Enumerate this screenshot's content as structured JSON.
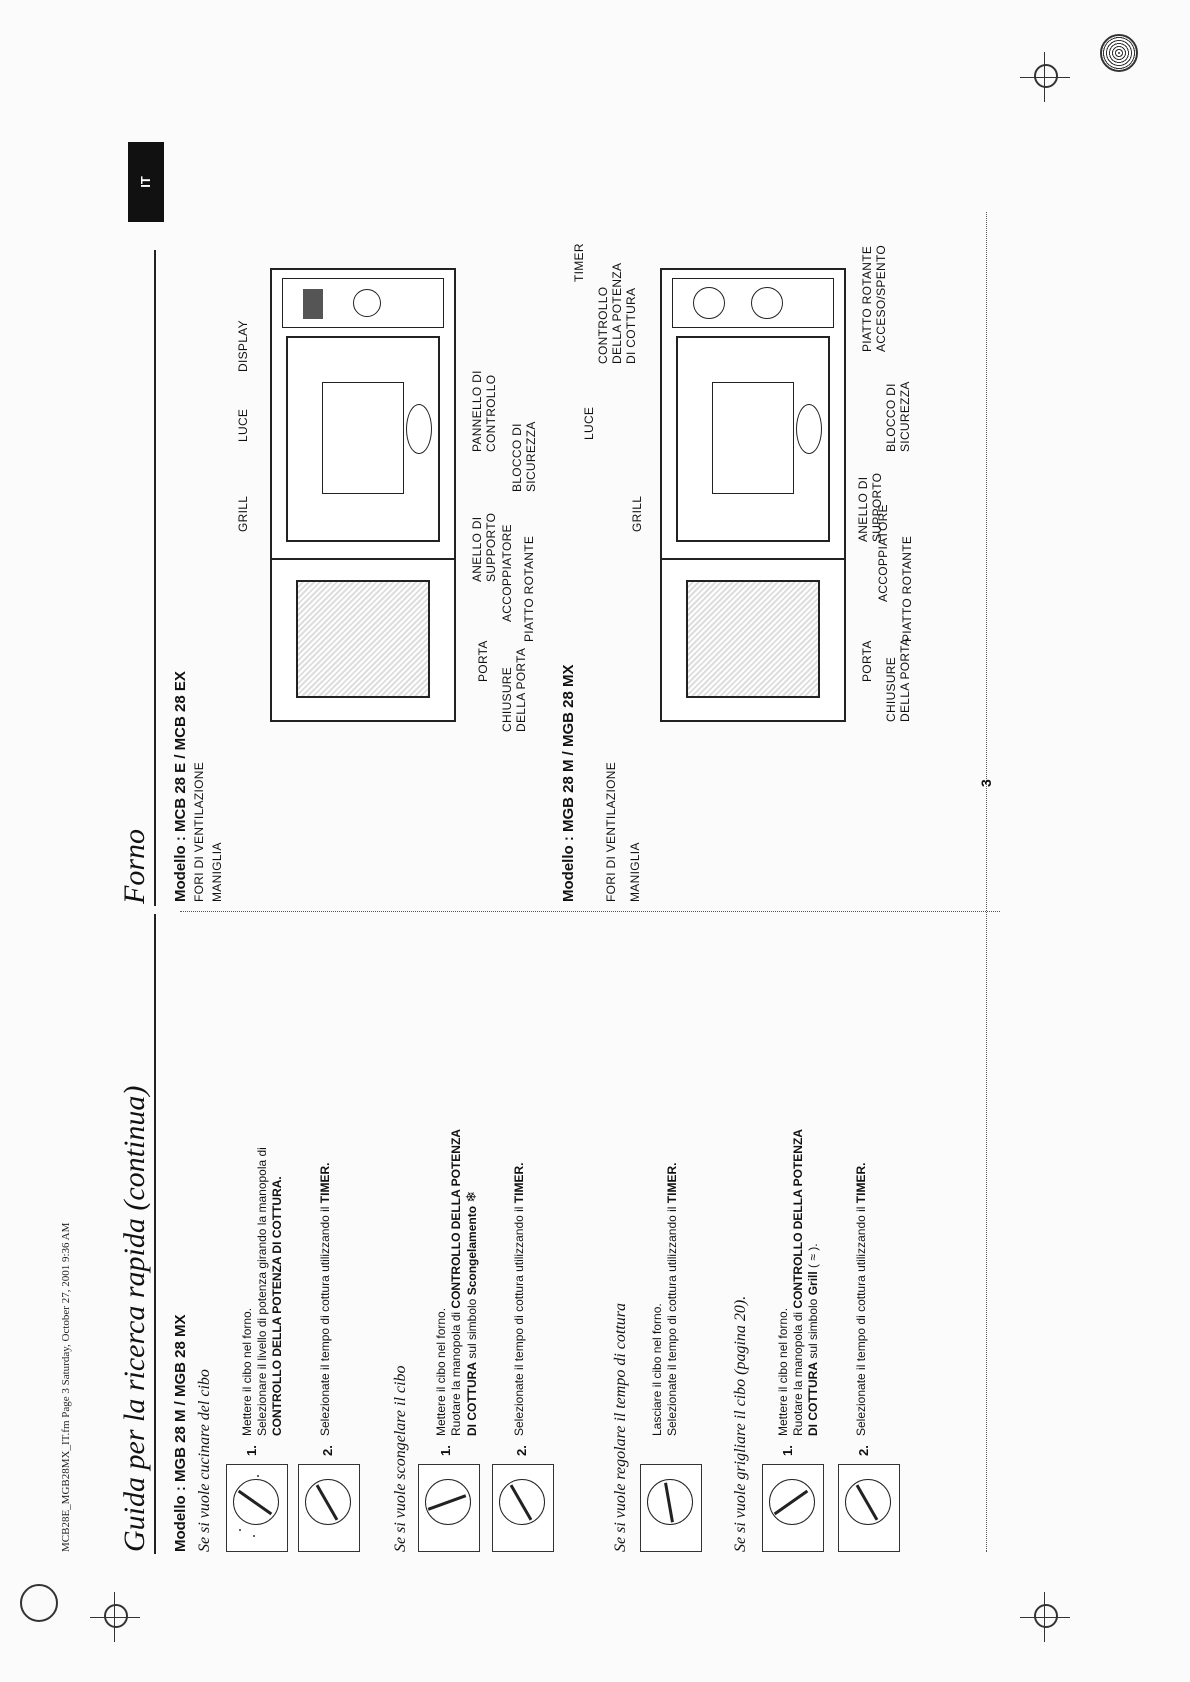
{
  "file_line": "MCB28E_MGB28MX_IT.fm  Page 3  Saturday, October 27, 2001  9:36 AM",
  "left": {
    "title": "Guida per la ricerca rapida (continua)",
    "model": "Modello : MGB 28 M / MGB 28 MX",
    "sections": [
      {
        "heading": "Se si vuole cucinare del cibo",
        "steps": [
          {
            "num": "1.",
            "lines": [
              "Mettere il cibo nel forno.",
              "Selezionare il livello di potenza girando la manopola di"
            ],
            "bold_line": "CONTROLLO DELLA POTENZA DI COTTURA."
          },
          {
            "num": "2.",
            "pre": "Selezionate il tempo di cottura utilizzando il ",
            "bold": "TIMER."
          }
        ]
      },
      {
        "heading": "Se si vuole scongelare il cibo",
        "steps": [
          {
            "num": "1.",
            "lines": [
              "Mettere il cibo nel forno."
            ],
            "pre": "Ruotare la manopola di ",
            "bold": "CONTROLLO DELLA POTENZA",
            "bold2": "DI COTTURA",
            "post": " sul simbolo ",
            "bold3": "Scongelamento"
          },
          {
            "num": "2.",
            "pre": "Selezionate il tempo di cottura utilizzando il ",
            "bold": "TIMER."
          }
        ]
      },
      {
        "heading": "Se si vuole regolare il tempo di cottura",
        "steps": [
          {
            "num": "",
            "lines": [
              "Lasciare il cibo nel forno."
            ],
            "pre": "Selezionate il tempo di cottura utilizzando il ",
            "bold": "TIMER."
          }
        ]
      },
      {
        "heading": "Se si vuole grigliare il cibo (pagina 20).",
        "steps": [
          {
            "num": "1.",
            "lines": [
              "Mettere il cibo nel forno."
            ],
            "pre": "Ruotare la manopola di ",
            "bold": "CONTROLLO DELLA POTENZA",
            "bold2": "DI COTTURA",
            "post": " sul simbolo ",
            "bold3": "Grill",
            "tail": " ( ≈ )."
          },
          {
            "num": "2.",
            "pre": "Selezionate il tempo di cottura utilizzando il ",
            "bold": "TIMER."
          }
        ]
      }
    ]
  },
  "right": {
    "title": "Forno",
    "tab": "IT",
    "diagram1": {
      "model": "Modello : MCB 28 E / MCB 28 EX",
      "labels": {
        "fori": "FORI DI VENTILAZIONE",
        "maniglia": "MANIGLIA",
        "grill": "GRILL",
        "luce": "LUCE",
        "display": "DISPLAY",
        "pannello": [
          "PANNELLO DI",
          "CONTROLLO"
        ],
        "blocco": [
          "BLOCCO DI",
          "SICUREZZA"
        ],
        "anello": [
          "ANELLO DI",
          "SUPPORTO"
        ],
        "accoppiatore": "ACCOPPIATORE",
        "piatto": "PIATTO ROTANTE",
        "porta": "PORTA",
        "chiusure": [
          "CHIUSURE",
          "DELLA PORTA"
        ]
      }
    },
    "diagram2": {
      "model": "Modello : MGB 28 M / MGB 28 MX",
      "labels": {
        "fori": "FORI DI VENTILAZIONE",
        "maniglia": "MANIGLIA",
        "grill": "GRILL",
        "luce": "LUCE",
        "controllo": [
          "CONTROLLO",
          "DELLA POTENZA",
          "DI COTTURA"
        ],
        "timer": "TIMER",
        "piatto_acceso": [
          "PIATTO ROTANTE",
          "ACCESO/SPENTO"
        ],
        "blocco": [
          "BLOCCO DI",
          "SICUREZZA"
        ],
        "anello": [
          "ANELLO DI",
          "SUPPORTO"
        ],
        "accoppiatore": "ACCOPPIATORE",
        "piatto": "PIATTO ROTANTE",
        "porta": "PORTA",
        "chiusure": [
          "CHIUSURE",
          "DELLA PORTA"
        ]
      }
    }
  },
  "page_number": "3"
}
